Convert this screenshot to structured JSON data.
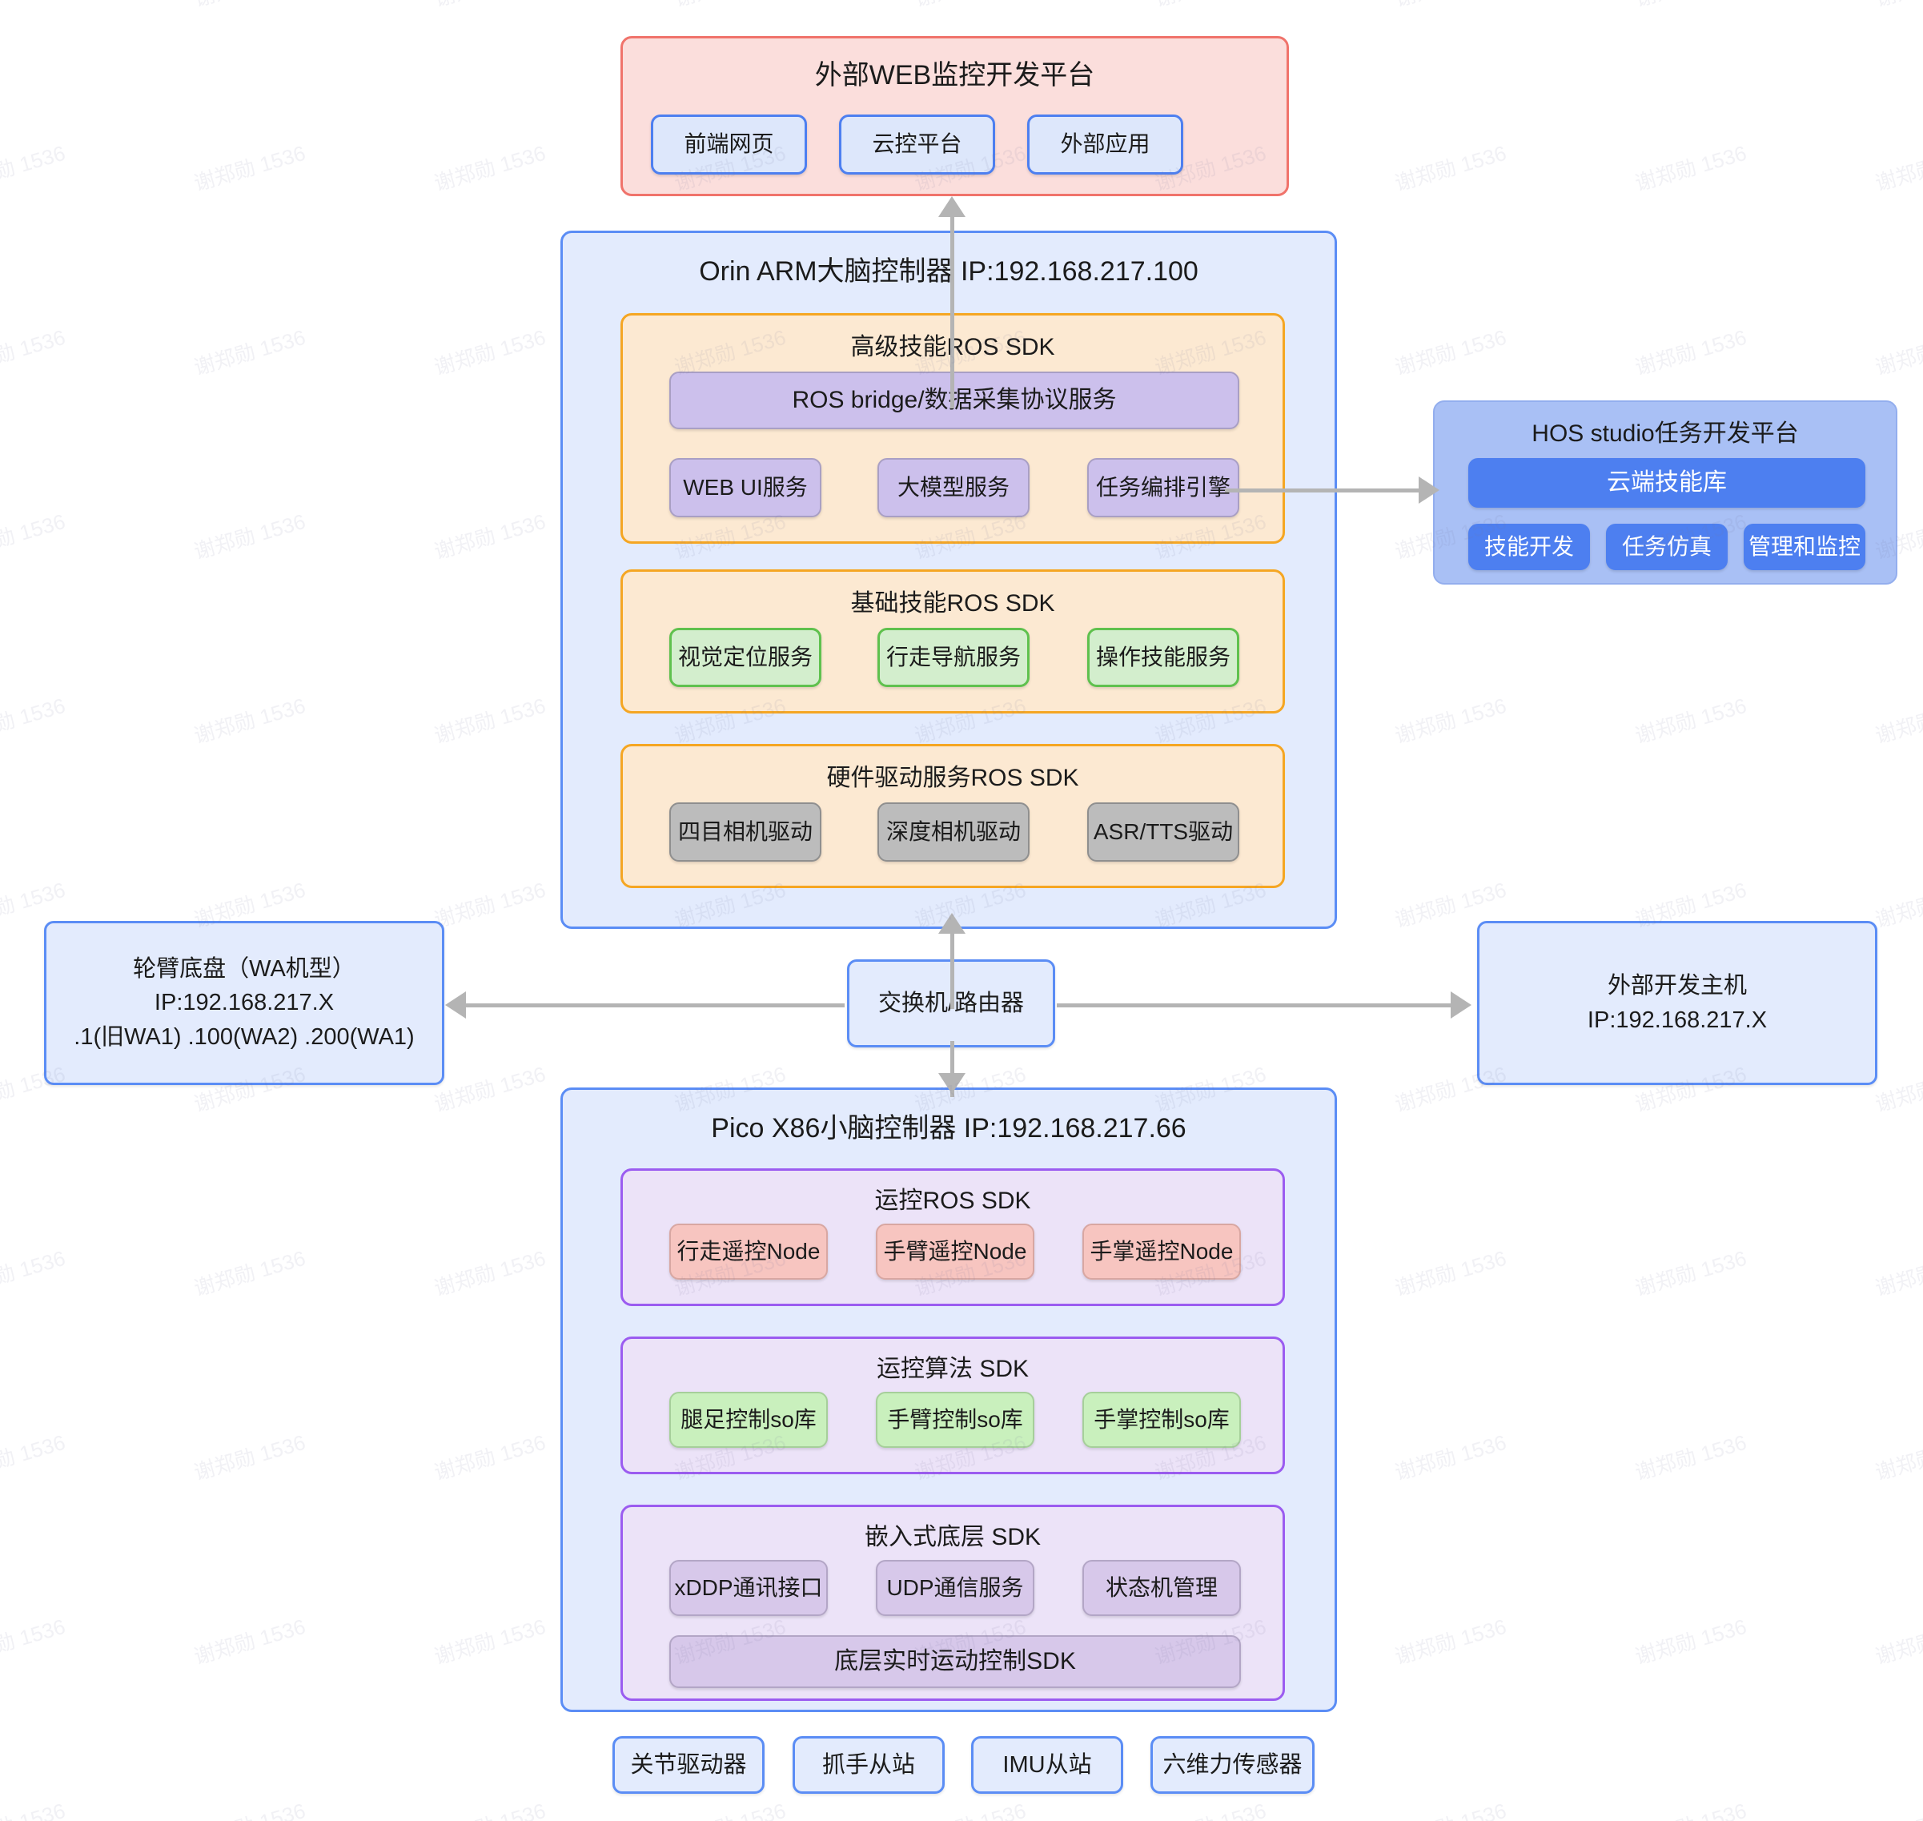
{
  "watermark": "谢郑勋 1536",
  "web_platform": {
    "title": "外部WEB监控开发平台",
    "items": [
      "前端网页",
      "云控平台",
      "外部应用"
    ]
  },
  "orin": {
    "title": "Orin ARM大脑控制器  IP:192.168.217.100",
    "advanced_sdk": {
      "title": "高级技能ROS SDK",
      "bridge": "ROS bridge/数据采集协议服务",
      "items": [
        "WEB UI服务",
        "大模型服务",
        "任务编排引擎"
      ]
    },
    "basic_sdk": {
      "title": "基础技能ROS SDK",
      "items": [
        "视觉定位服务",
        "行走导航服务",
        "操作技能服务"
      ]
    },
    "driver_sdk": {
      "title": "硬件驱动服务ROS SDK",
      "items": [
        "四目相机驱动",
        "深度相机驱动",
        "ASR/TTS驱动"
      ]
    }
  },
  "hos_studio": {
    "title": "HOS studio任务开发平台",
    "cloud_lib": "云端技能库",
    "items": [
      "技能开发",
      "任务仿真",
      "管理和监控"
    ]
  },
  "chassis": {
    "line1": "轮臂底盘（WA机型）",
    "line2": "IP:192.168.217.X",
    "line3": ".1(旧WA1) .100(WA2) .200(WA1)"
  },
  "router": {
    "label": "交换机/路由器"
  },
  "dev_host": {
    "line1": "外部开发主机",
    "line2": "IP:192.168.217.X"
  },
  "pico": {
    "title": "Pico X86小脑控制器  IP:192.168.217.66",
    "motion_ros_sdk": {
      "title": "运控ROS SDK",
      "items": [
        "行走遥控Node",
        "手臂遥控Node",
        "手掌遥控Node"
      ]
    },
    "motion_algo_sdk": {
      "title": "运控算法 SDK",
      "items": [
        "腿足控制so库",
        "手臂控制so库",
        "手掌控制so库"
      ]
    },
    "embedded_sdk": {
      "title": "嵌入式底层 SDK",
      "items": [
        "xDDP通讯接口",
        "UDP通信服务",
        "状态机管理"
      ],
      "realtime": "底层实时运动控制SDK"
    }
  },
  "peripherals": [
    "关节驱动器",
    "抓手从站",
    "IMU从站",
    "六维力传感器"
  ],
  "colors": {
    "red_border": "#f0736b",
    "blue_border": "#5b8df5",
    "orange_border": "#f5a623",
    "purple_border": "#9b5cf0",
    "connector": "#b4b4b4",
    "hos_accent": "#4d7ff0"
  }
}
